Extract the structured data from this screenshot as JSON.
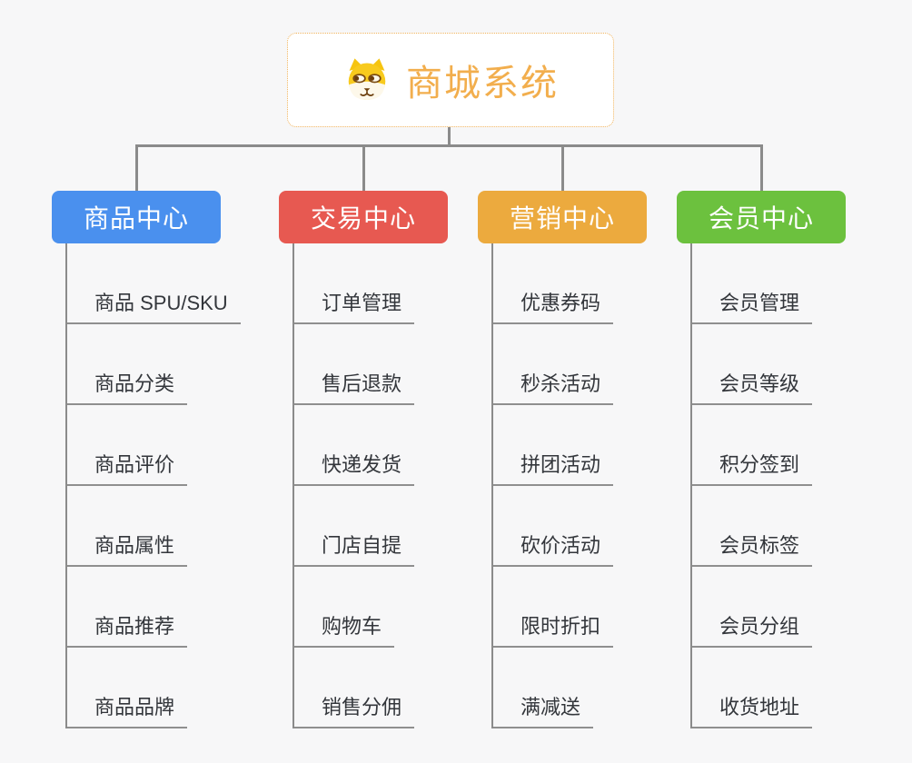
{
  "root": {
    "title": "商城系统",
    "icon": "dog-face-icon",
    "text_color": "#f2ae4d",
    "border_color": "#f0b35c"
  },
  "connector_color": "#8b8b8b",
  "background_color": "#f7f7f8",
  "branches": [
    {
      "label": "商品中心",
      "color": "#4a90ee",
      "children": [
        "商品 SPU/SKU",
        "商品分类",
        "商品评价",
        "商品属性",
        "商品推荐",
        "商品品牌"
      ]
    },
    {
      "label": "交易中心",
      "color": "#e75951",
      "children": [
        "订单管理",
        "售后退款",
        "快递发货",
        "门店自提",
        "购物车",
        "销售分佣"
      ]
    },
    {
      "label": "营销中心",
      "color": "#ecaa3e",
      "children": [
        "优惠券码",
        "秒杀活动",
        "拼团活动",
        "砍价活动",
        "限时折扣",
        "满减送"
      ]
    },
    {
      "label": "会员中心",
      "color": "#6cc13e",
      "children": [
        "会员管理",
        "会员等级",
        "积分签到",
        "会员标签",
        "会员分组",
        "收货地址"
      ]
    }
  ]
}
